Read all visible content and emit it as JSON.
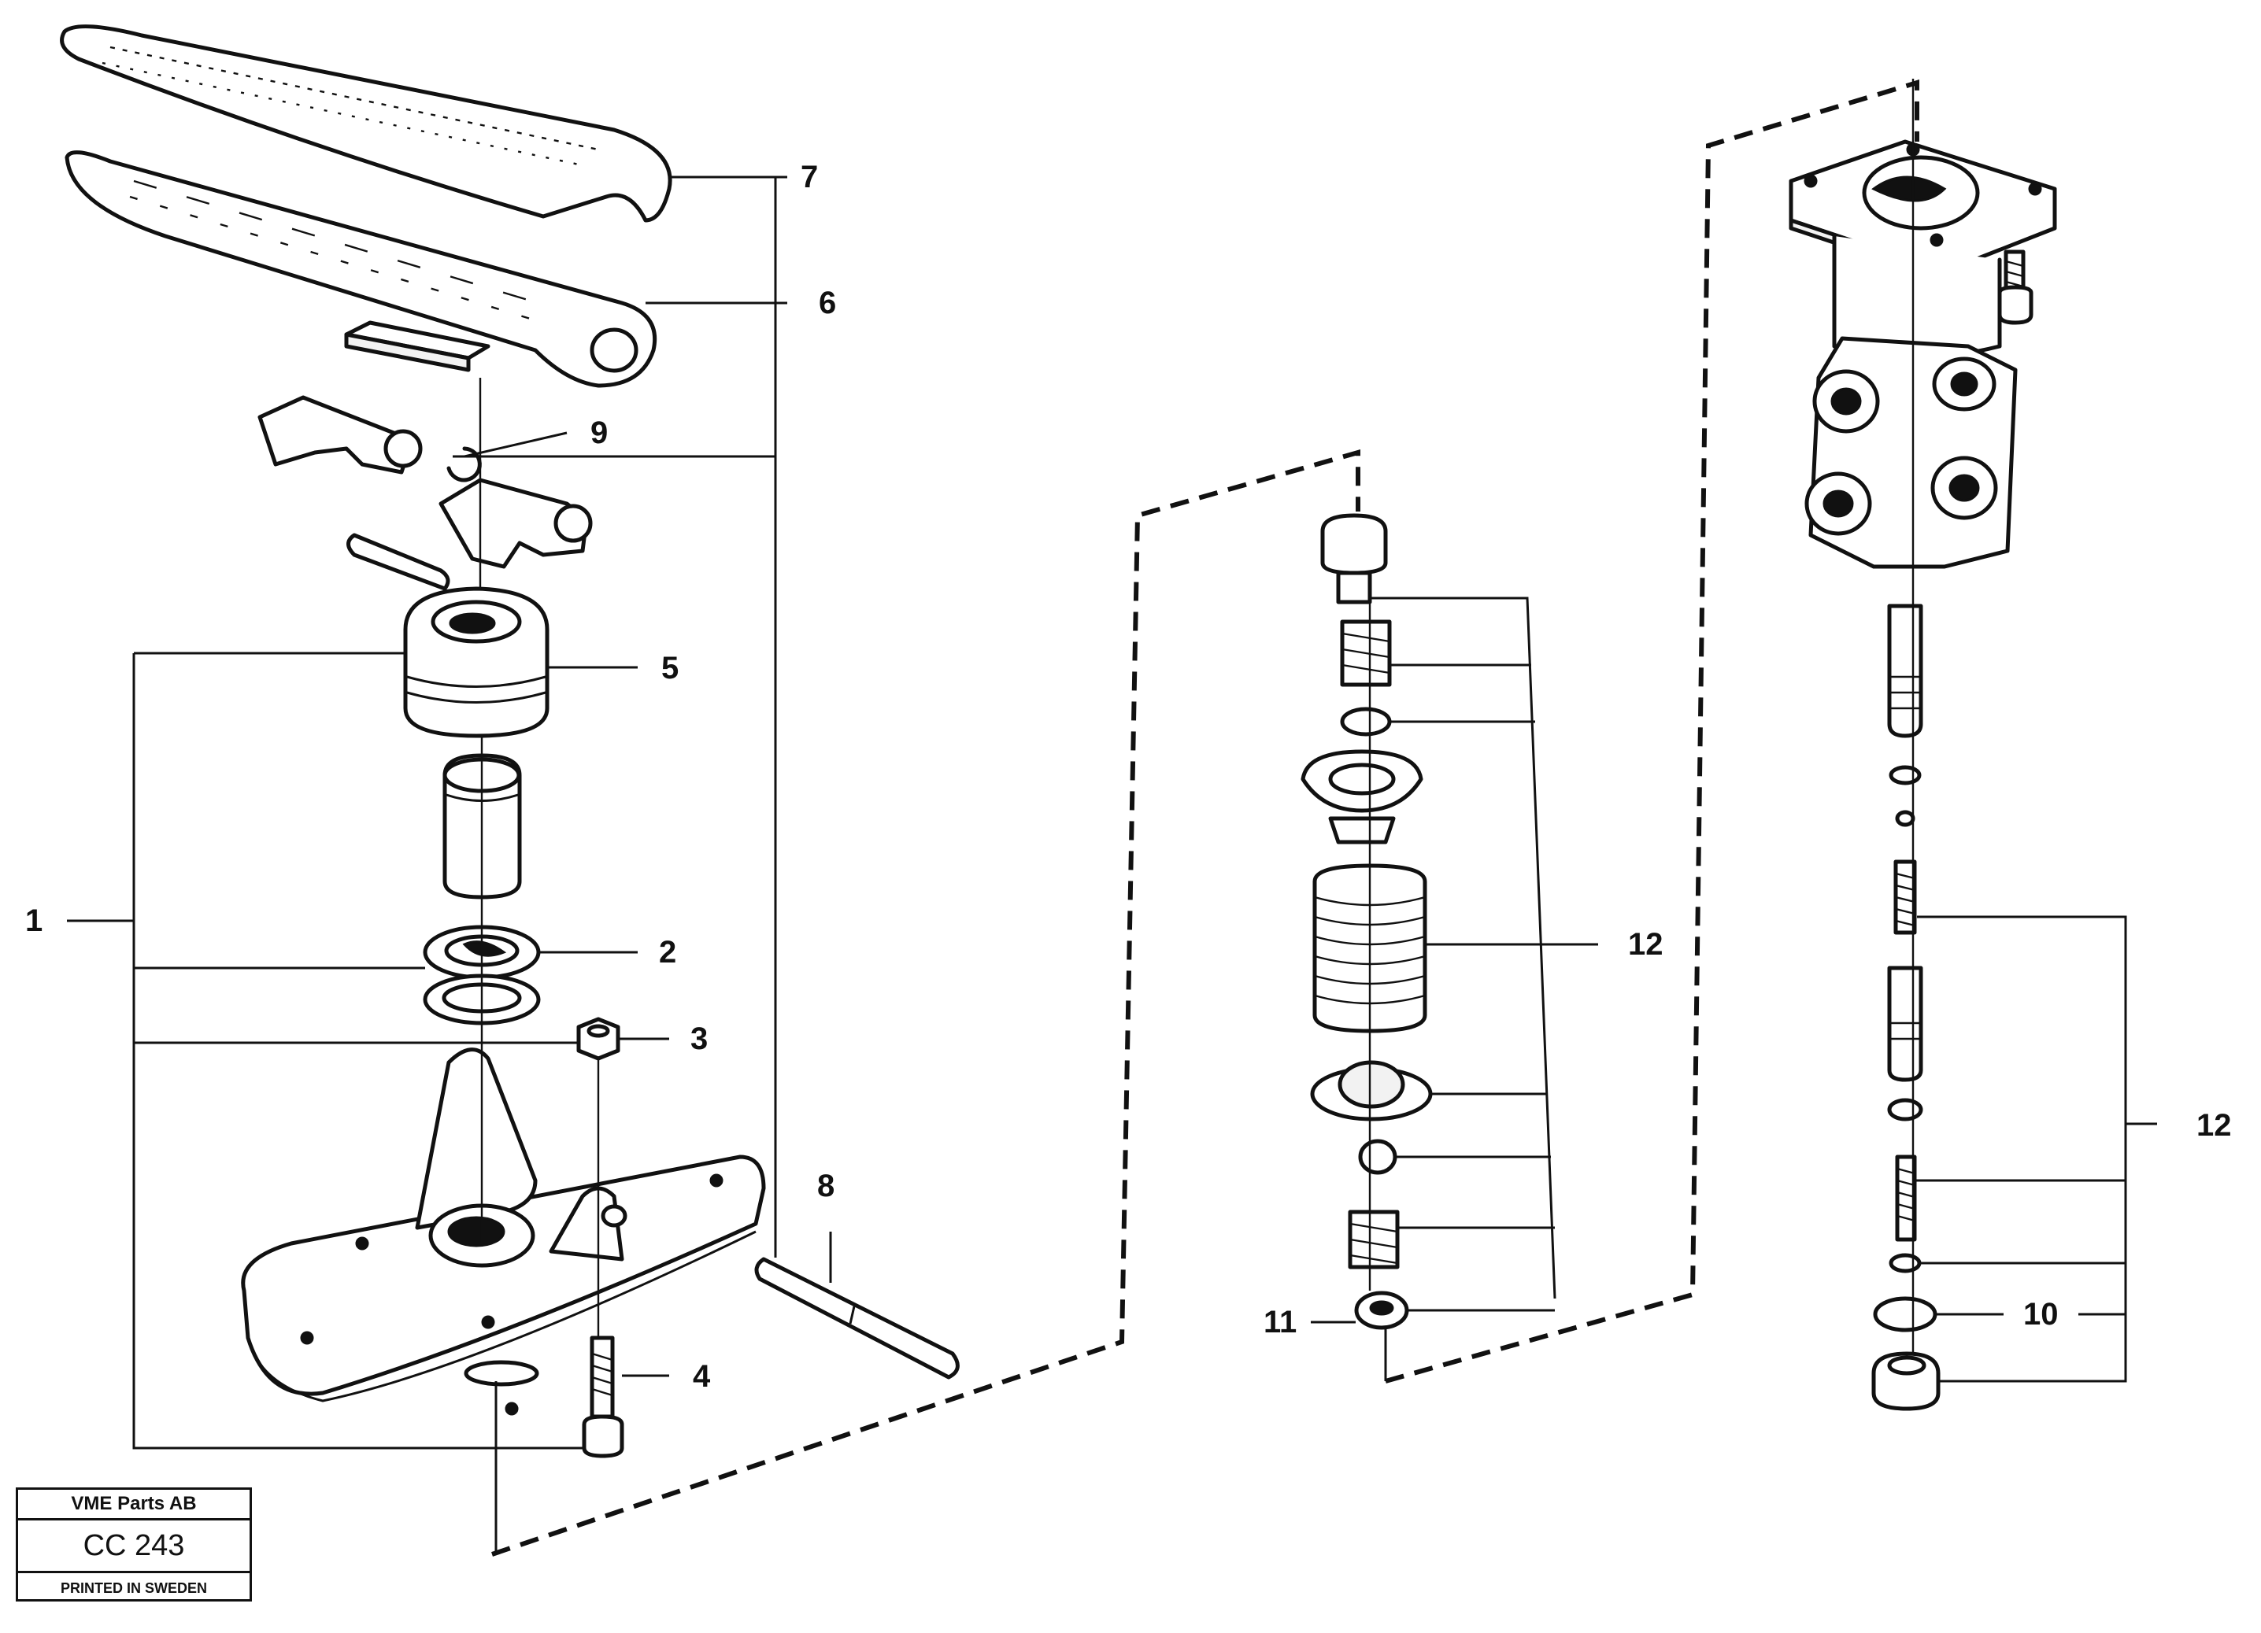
{
  "callouts": {
    "c1": "1",
    "c2": "2",
    "c3": "3",
    "c4": "4",
    "c5": "5",
    "c6": "6",
    "c7": "7",
    "c8": "8",
    "c9": "9",
    "c10": "10",
    "c11": "11",
    "c12a": "12",
    "c12b": "12"
  },
  "title_block": {
    "company": "VME Parts AB",
    "code": "CC 243",
    "printed": "PRINTED IN SWEDEN"
  }
}
